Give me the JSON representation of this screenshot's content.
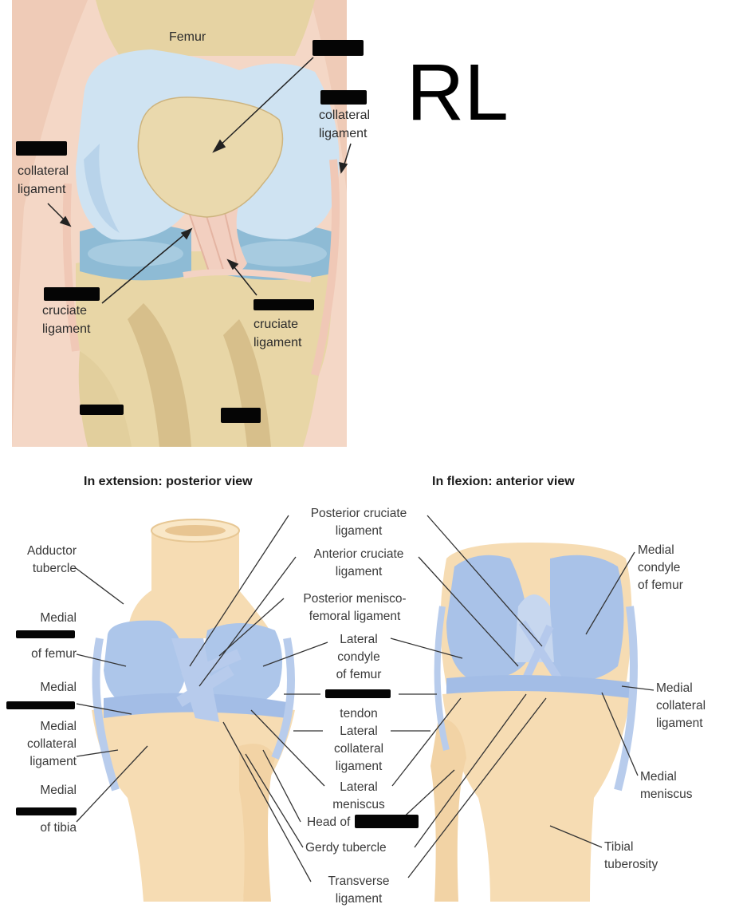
{
  "colors": {
    "bone": "#ead9ad",
    "bone_shade": "#d9c38f",
    "cartilage": "#cfe3f2",
    "meniscus": "#8fbcd6",
    "ligament": "#f1cdbd",
    "skin": "#f5d8c9",
    "lower_bone": "#f6dcb3",
    "lower_blue": "#a9c3e8",
    "leader": "#333333",
    "redaction": "#050505"
  },
  "handwriting": "RL",
  "top_view": {
    "femur": "Femur",
    "top_right_collateral": "collateral\nligament",
    "left_collateral": "collateral\nligament",
    "left_cruciate": "cruciate\nligament",
    "right_cruciate": "cruciate\nligament"
  },
  "bottom_view": {
    "posterior_heading": "In extension: posterior view",
    "anterior_heading": "In flexion: anterior view",
    "adductor_tubercle": "Adductor\ntubercle",
    "medial_condyle_femur_left_top": "Medial",
    "medial_condyle_femur_left_bottom": "of femur",
    "medial_meniscus_left_top": "Medial",
    "medial_collateral_left": "Medial\ncollateral\nligament",
    "medial_condyle_tibia_top": "Medial",
    "medial_condyle_tibia_bottom": "of tibia",
    "posterior_cruciate": "Posterior cruciate\nligament",
    "anterior_cruciate": "Anterior cruciate\nligament",
    "posterior_menisco_femoral": "Posterior menisco-\nfemoral ligament",
    "lateral_condyle_femur": "Lateral\ncondyle\nof femur",
    "popliteus_bottom": "tendon",
    "lateral_collateral": "Lateral\ncollateral\nligament",
    "lateral_meniscus": "Lateral\nmeniscus",
    "head_of": "Head of",
    "gerdy_tubercle": "Gerdy tubercle",
    "transverse_ligament": "Transverse\nligament",
    "medial_condyle_femur_right": "Medial\ncondyle\nof femur",
    "medial_collateral_right": "Medial\ncollateral\nligament",
    "medial_meniscus_right": "Medial\nmeniscus",
    "tibial_tuberosity": "Tibial\ntuberosity"
  }
}
